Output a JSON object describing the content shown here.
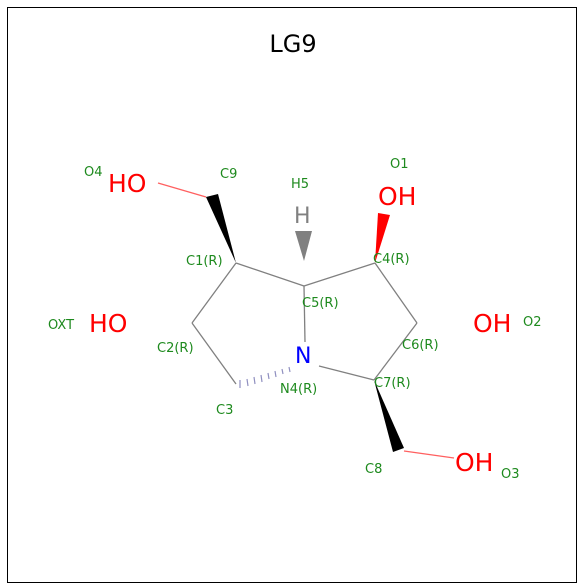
{
  "title": "LG9",
  "colors": {
    "bond": "#808080",
    "oxygen": "#ff0000",
    "nitrogen": "#0000ff",
    "hydrogen": "#808080",
    "label": "#1e8a1e",
    "title": "#000000",
    "frame": "#000000"
  },
  "atoms": {
    "o4_group": "HO",
    "o1_group": "OH",
    "oxt_group": "HO",
    "o2_group": "OH",
    "o3_group": "OH",
    "n4_symbol": "N",
    "h5_symbol": "H"
  },
  "labels": {
    "o4": "O4",
    "c9": "C9",
    "h5": "H5",
    "o1": "O1",
    "c1": "C1(R)",
    "c4": "C4(R)",
    "c5": "C5(R)",
    "oxt": "OXT",
    "c2": "C2(R)",
    "c6": "C6(R)",
    "o2": "O2",
    "n4": "N4(R)",
    "c7": "C7(R)",
    "c3": "C3",
    "c8": "C8",
    "o3": "O3"
  }
}
